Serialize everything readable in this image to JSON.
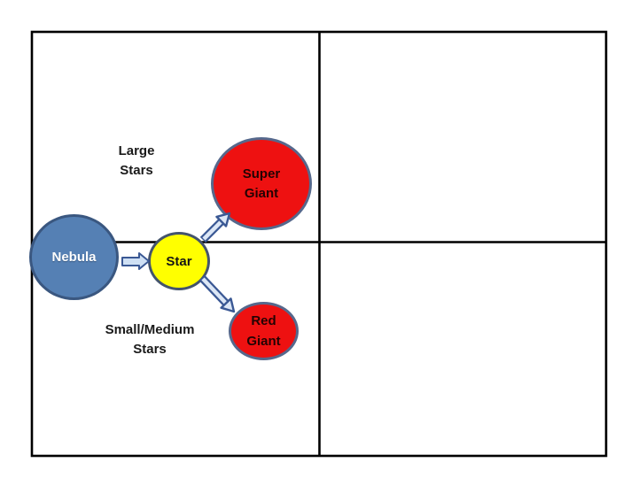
{
  "diagram": {
    "type": "flow-quadrant",
    "nodes": {
      "nebula": {
        "label": "Nebula"
      },
      "star": {
        "label": "Star"
      },
      "super_giant": {
        "line1": "Super",
        "line2": "Giant"
      },
      "red_giant": {
        "line1": "Red",
        "line2": "Giant"
      }
    },
    "annotations": {
      "large_stars": {
        "line1": "Large",
        "line2": "Stars"
      },
      "small_medium_stars": {
        "line1": "Small/Medium",
        "line2": "Stars"
      }
    },
    "edges": [
      {
        "from": "Nebula",
        "to": "Star"
      },
      {
        "from": "Star",
        "to": "Super Giant",
        "branch": "Large Stars"
      },
      {
        "from": "Star",
        "to": "Red Giant",
        "branch": "Small/Medium Stars"
      }
    ],
    "colors": {
      "nebula_fill": "#5580B4",
      "nebula_border": "#3A5780",
      "star_fill": "#FFFF00",
      "star_border": "#44546C",
      "giant_fill": "#EE1111",
      "giant_border": "#56688C",
      "arrow_fill": "#CFE0F4",
      "arrow_outline": "#3A5894",
      "grid_line": "#000000",
      "background": "#FFFFFF"
    }
  }
}
